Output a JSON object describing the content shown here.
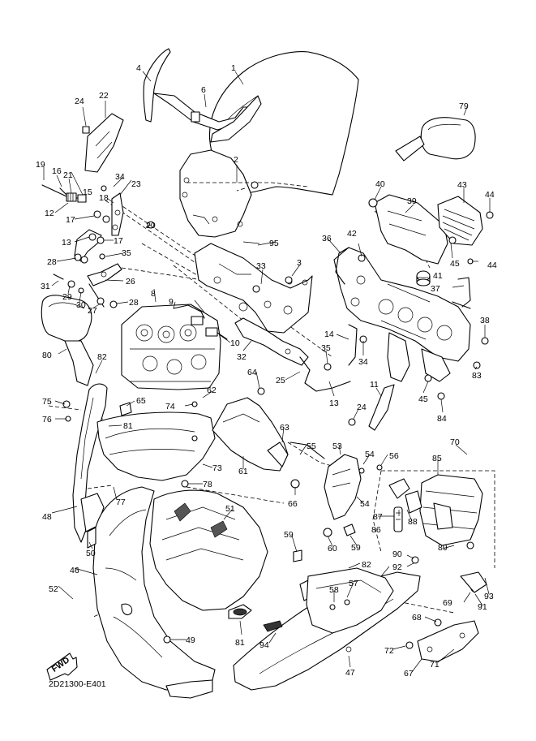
{
  "diagram": {
    "reference_code": "2D21300-E401",
    "fwd_badge": "FWD",
    "callouts": [
      "1",
      "2",
      "3",
      "4",
      "6",
      "8",
      "9",
      "10",
      "11",
      "12",
      "13",
      "13",
      "13",
      "14",
      "15",
      "16",
      "17",
      "17",
      "18",
      "19",
      "20",
      "21",
      "22",
      "23",
      "24",
      "24",
      "25",
      "26",
      "27",
      "28",
      "28",
      "29",
      "30",
      "31",
      "32",
      "33",
      "34",
      "34",
      "35",
      "35",
      "36",
      "37",
      "38",
      "39",
      "40",
      "41",
      "42",
      "43",
      "44",
      "44",
      "45",
      "45",
      "46",
      "47",
      "48",
      "49",
      "50",
      "51",
      "52",
      "53",
      "54",
      "54",
      "55",
      "56",
      "57",
      "58",
      "59",
      "59",
      "60",
      "61",
      "62",
      "63",
      "64",
      "65",
      "66",
      "67",
      "68",
      "69",
      "70",
      "71",
      "72",
      "73",
      "74",
      "75",
      "76",
      "77",
      "78",
      "79",
      "80",
      "81",
      "81",
      "82",
      "82",
      "83",
      "84",
      "85",
      "86",
      "87",
      "88",
      "89",
      "90",
      "91",
      "92",
      "93",
      "94",
      "95"
    ]
  }
}
